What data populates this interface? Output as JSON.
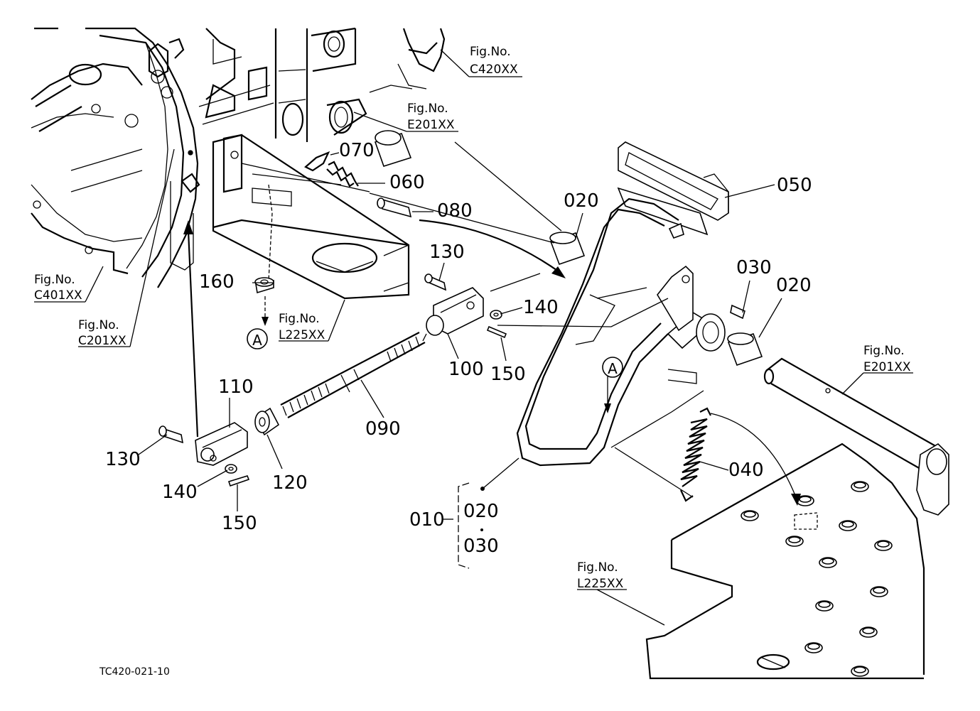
{
  "figure_refs": [
    {
      "line1": "Fig.No.",
      "line2": "C420XX"
    },
    {
      "line1": "Fig.No.",
      "line2": "E201XX"
    },
    {
      "line1": "Fig.No.",
      "line2": "C401XX"
    },
    {
      "line1": "Fig.No.",
      "line2": "C201XX"
    },
    {
      "line1": "Fig.No.",
      "line2": "L225XX"
    },
    {
      "line1": "Fig.No.",
      "line2": "E201XX"
    },
    {
      "line1": "Fig.No.",
      "line2": "L225XX"
    }
  ],
  "parts": {
    "p070": "070",
    "p060": "060",
    "p080": "080",
    "p050": "050",
    "p020_top": "020",
    "p130_top": "130",
    "p160": "160",
    "p140_top": "140",
    "p030_top": "030",
    "p020_right": "020",
    "p100": "100",
    "p150_top": "150",
    "p110": "110",
    "p090": "090",
    "p130_left": "130",
    "p120": "120",
    "p040": "040",
    "p140_bottom": "140",
    "p150_bottom": "150",
    "p010": "010",
    "p020_group": "020",
    "p030_group": "030"
  },
  "markers": {
    "a_top": "A",
    "a_pedal": "A"
  },
  "drawing_code": "TC420-021-10"
}
